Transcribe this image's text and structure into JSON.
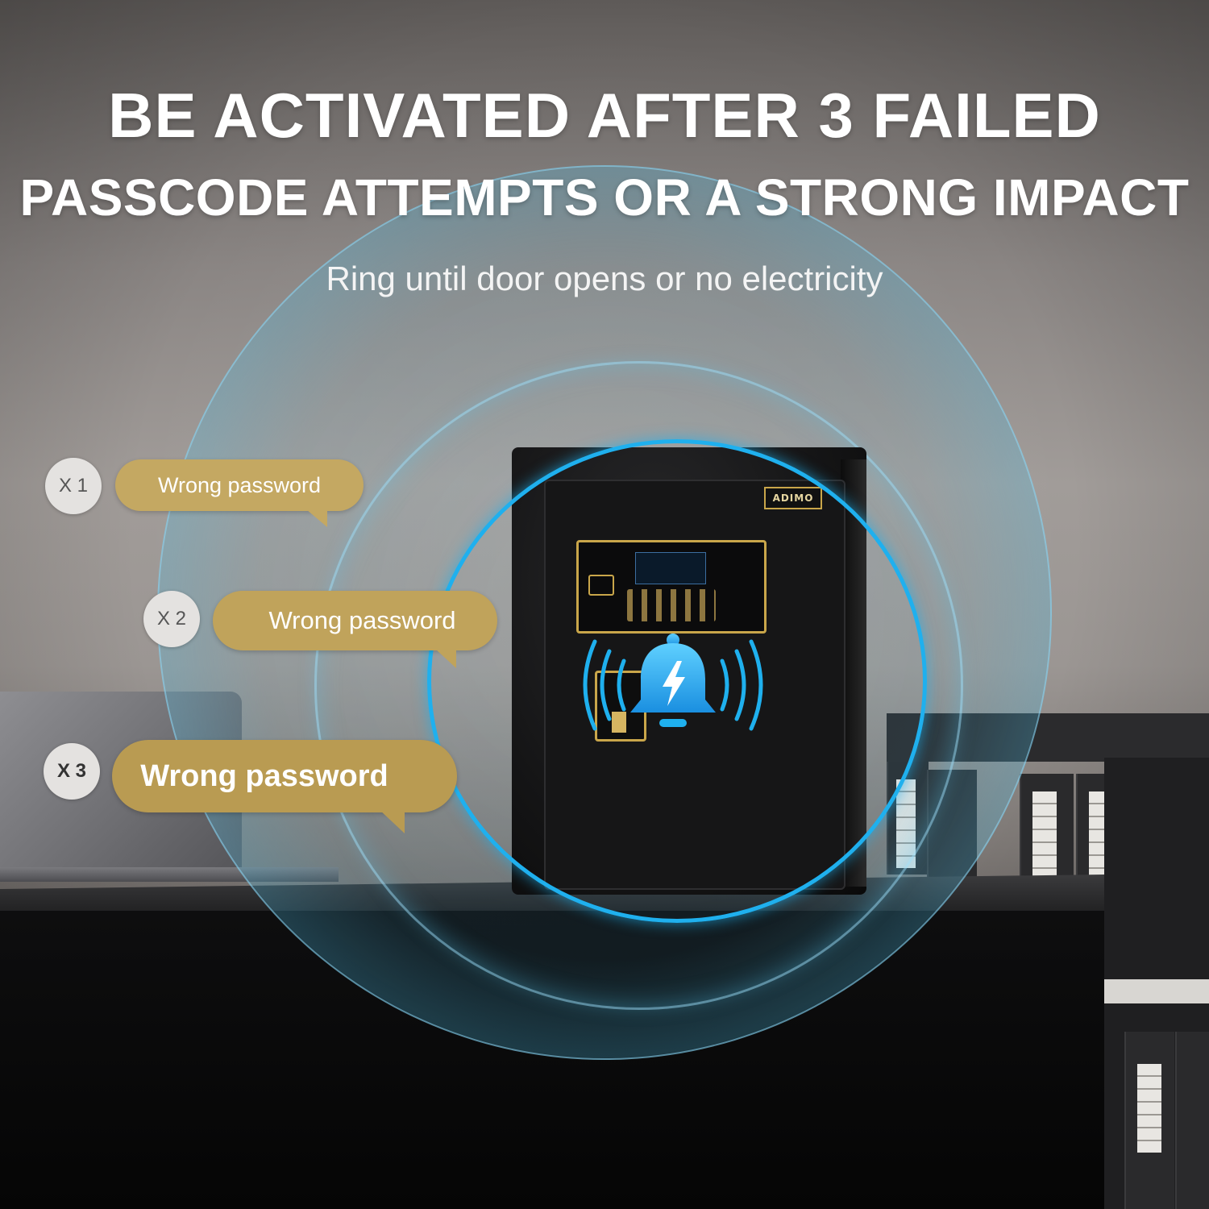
{
  "headline": {
    "line1": "BE ACTIVATED AFTER 3 FAILED",
    "line2": "PASSCODE ATTEMPTS OR A STRONG IMPACT",
    "subtitle": "Ring until door opens or no electricity"
  },
  "attempts": [
    {
      "count": "X 1",
      "message": "Wrong password"
    },
    {
      "count": "X 2",
      "message": "Wrong password"
    },
    {
      "count": "X 3",
      "message": "Wrong password"
    }
  ],
  "product": {
    "brand_badge": "ADIMO"
  },
  "colors": {
    "bubble_gold": "#c2a55e",
    "bubble_gold_dark": "#b3944c",
    "alarm_blue": "#1fb0ee",
    "count_circle": "#e4e2e0"
  },
  "icons": [
    "bell-alarm-icon",
    "lightning-icon",
    "sound-wave-icon"
  ]
}
